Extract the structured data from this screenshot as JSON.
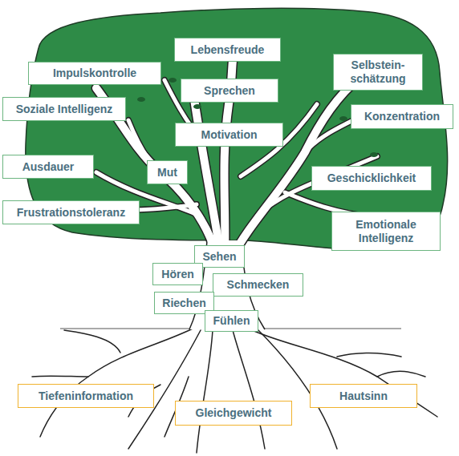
{
  "diagram": {
    "nodes": [
      {
        "text": [
          "Lebensfreude"
        ]
      },
      {
        "text": [
          "Selbstein- schätzung"
        ]
      },
      {
        "text": [
          "Impulskontrolle"
        ]
      },
      {
        "text": [
          "Sprechen"
        ]
      },
      {
        "text": [
          "Soziale Intelligenz"
        ]
      },
      {
        "text": [
          "Konzentration"
        ]
      },
      {
        "text": [
          "Motivation"
        ]
      },
      {
        "text": [
          "Ausdauer"
        ]
      },
      {
        "text": [
          "Mut"
        ]
      },
      {
        "text": [
          "Geschicklichkeit"
        ]
      },
      {
        "text": [
          "Frustrationstoleranz"
        ]
      },
      {
        "text": [
          "Emotionale Intelligenz"
        ]
      },
      {
        "text": [
          "Sehen"
        ]
      },
      {
        "text": [
          "Hören"
        ]
      },
      {
        "text": [
          "Schmecken"
        ]
      },
      {
        "text": [
          "Riechen"
        ]
      },
      {
        "text": [
          "Fühlen"
        ]
      },
      {
        "text": [
          "Tiefeninformation"
        ]
      },
      {
        "text": [
          "Hautsinn"
        ]
      },
      {
        "text": [
          "Gleichgewicht"
        ]
      }
    ]
  }
}
